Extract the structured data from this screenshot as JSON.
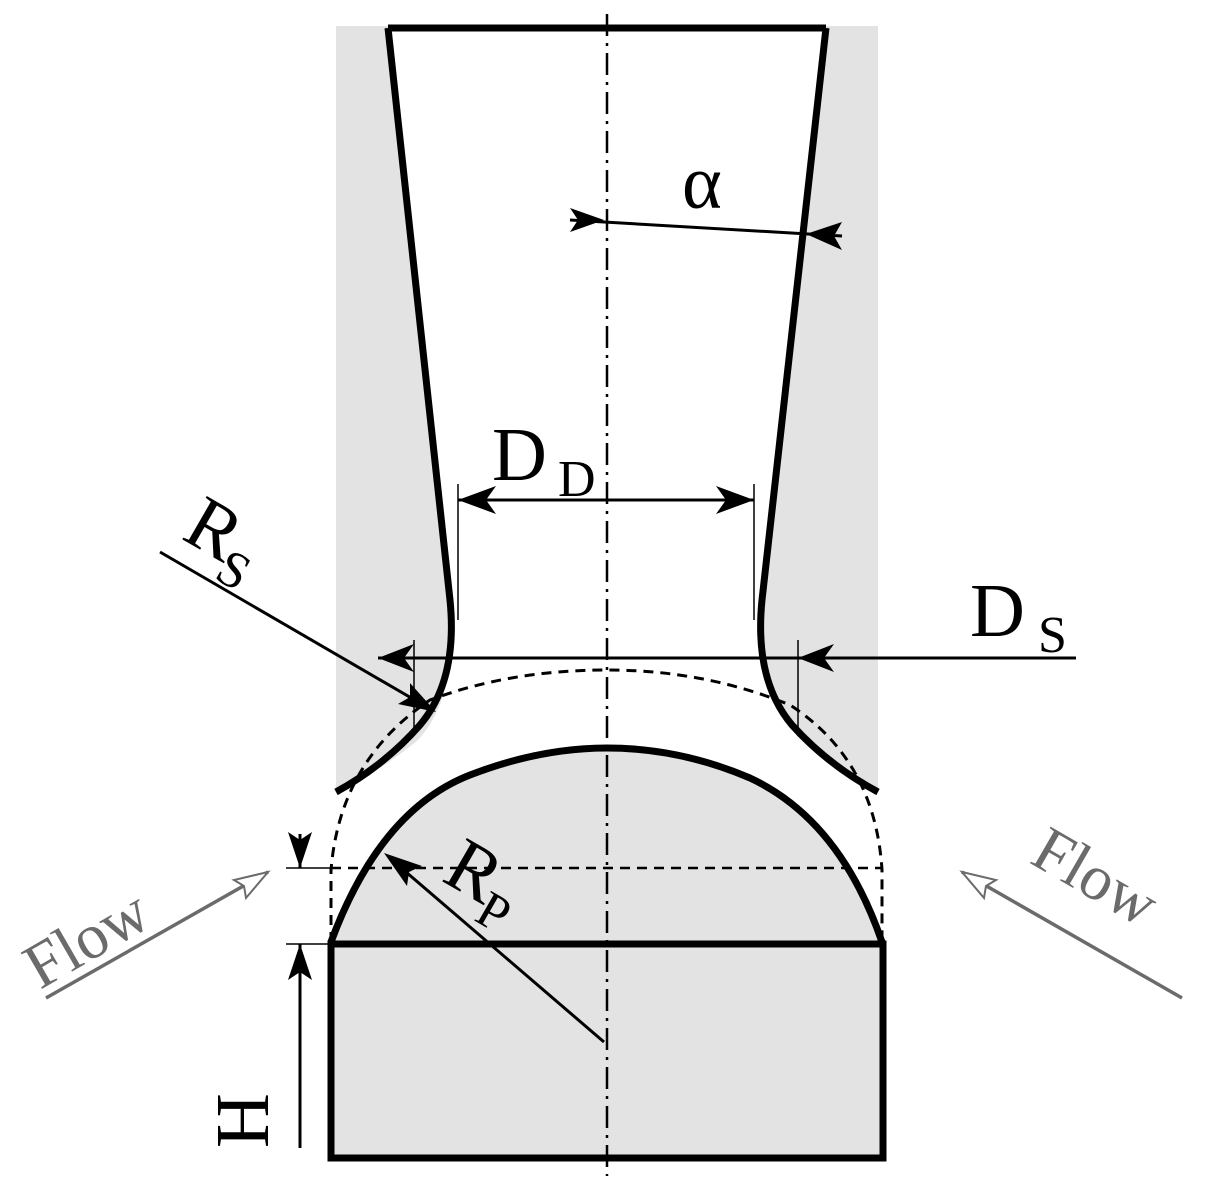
{
  "labels": {
    "alpha": "α",
    "d_d_main": "D",
    "d_d_sub": "D",
    "d_s_main": "D",
    "d_s_sub": "S",
    "r_s_main": "R",
    "r_s_sub": "S",
    "r_p_main": "R",
    "r_p_sub": "P",
    "height": "H",
    "flow_left": "Flow",
    "flow_right": "Flow"
  },
  "colors": {
    "shade": "#e3e3e3",
    "stroke": "#000000",
    "flow": "#6b6b6b"
  }
}
